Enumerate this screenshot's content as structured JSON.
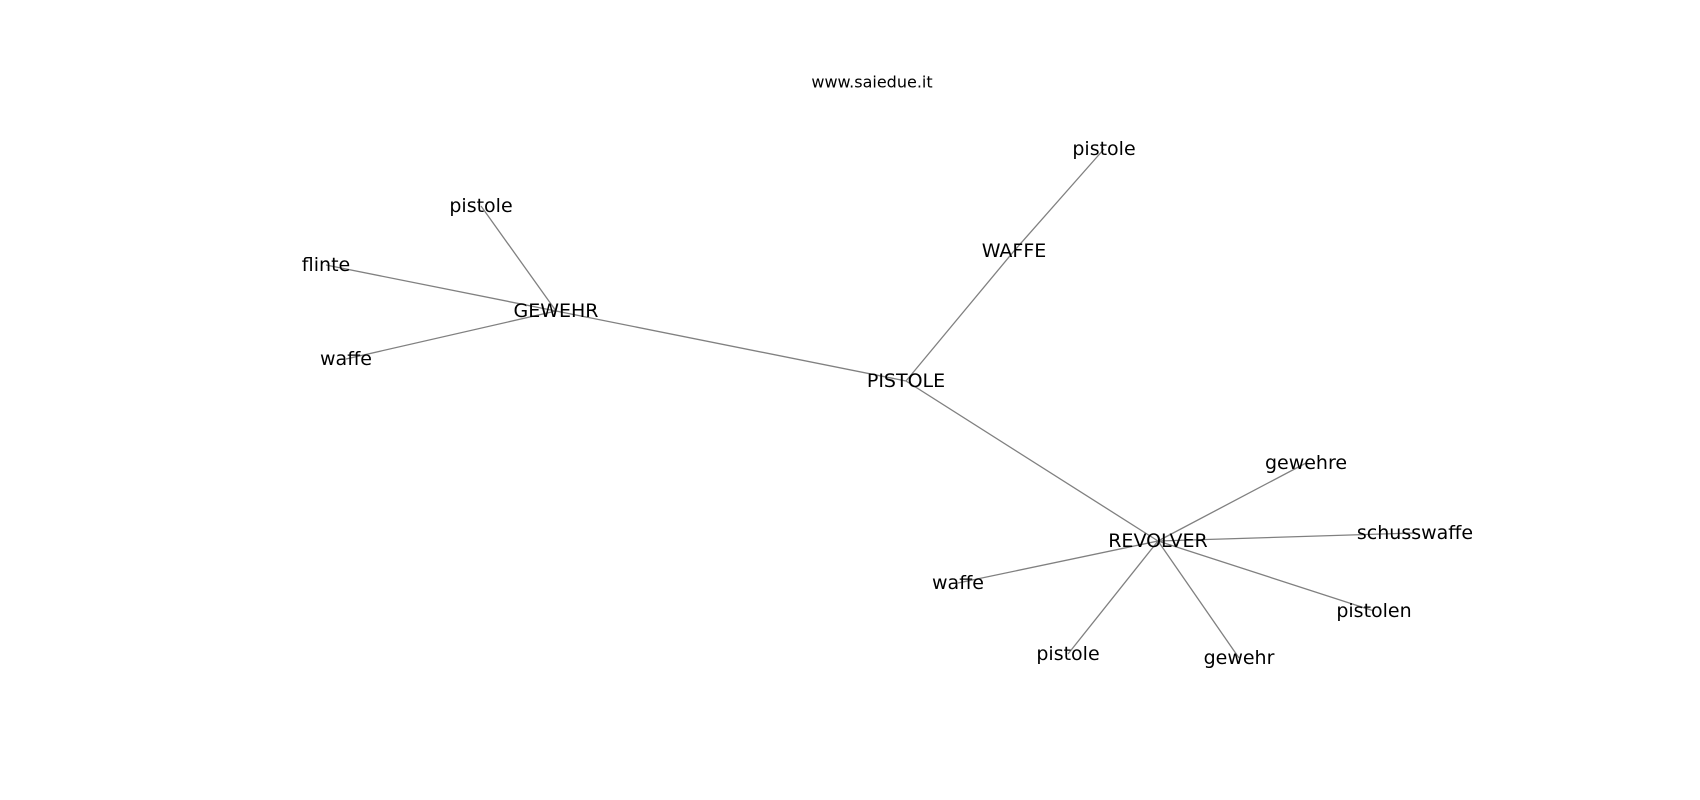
{
  "watermark": "www.saiedue.it",
  "colors": {
    "edge": "#808080",
    "label": "#000000",
    "background": "#ffffff"
  },
  "graph": {
    "nodes": [
      {
        "id": "pistole_center",
        "label": "PISTOLE"
      },
      {
        "id": "gewehr",
        "label": "GEWEHR"
      },
      {
        "id": "waffe_main",
        "label": "WAFFE"
      },
      {
        "id": "revolver",
        "label": "REVOLVER"
      },
      {
        "id": "gewehr_pistole",
        "label": "pistole"
      },
      {
        "id": "gewehr_flinte",
        "label": "flinte"
      },
      {
        "id": "gewehr_waffe",
        "label": "waffe"
      },
      {
        "id": "waffe_pistole",
        "label": "pistole"
      },
      {
        "id": "rev_gewehre",
        "label": "gewehre"
      },
      {
        "id": "rev_schusswaffe",
        "label": "schusswaffe"
      },
      {
        "id": "rev_pistolen",
        "label": "pistolen"
      },
      {
        "id": "rev_gewehr",
        "label": "gewehr"
      },
      {
        "id": "rev_pistole",
        "label": "pistole"
      },
      {
        "id": "rev_waffe",
        "label": "waffe"
      }
    ],
    "edges": [
      {
        "from": "pistole_center",
        "to": "gewehr"
      },
      {
        "from": "pistole_center",
        "to": "waffe_main"
      },
      {
        "from": "pistole_center",
        "to": "revolver"
      },
      {
        "from": "gewehr",
        "to": "gewehr_pistole"
      },
      {
        "from": "gewehr",
        "to": "gewehr_flinte"
      },
      {
        "from": "gewehr",
        "to": "gewehr_waffe"
      },
      {
        "from": "waffe_main",
        "to": "waffe_pistole"
      },
      {
        "from": "revolver",
        "to": "rev_gewehre"
      },
      {
        "from": "revolver",
        "to": "rev_schusswaffe"
      },
      {
        "from": "revolver",
        "to": "rev_pistolen"
      },
      {
        "from": "revolver",
        "to": "rev_gewehr"
      },
      {
        "from": "revolver",
        "to": "rev_pistole"
      },
      {
        "from": "revolver",
        "to": "rev_waffe"
      }
    ]
  }
}
